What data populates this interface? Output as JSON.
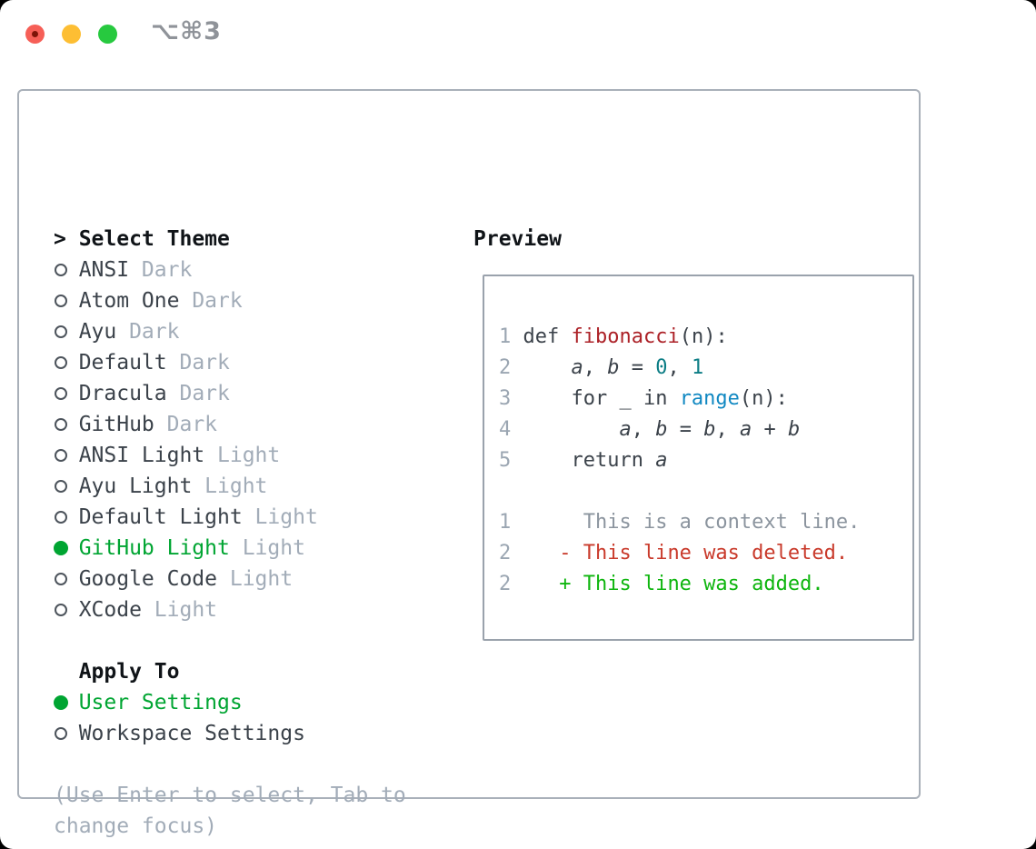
{
  "window": {
    "title": "⌥⌘3",
    "traffic_lights": [
      "close",
      "minimize",
      "zoom"
    ]
  },
  "theme_selector": {
    "header": {
      "marker": ">",
      "label": "Select Theme"
    },
    "themes": [
      {
        "name": "ANSI",
        "variant": "Dark",
        "selected": false
      },
      {
        "name": "Atom One",
        "variant": "Dark",
        "selected": false
      },
      {
        "name": "Ayu",
        "variant": "Dark",
        "selected": false
      },
      {
        "name": "Default",
        "variant": "Dark",
        "selected": false
      },
      {
        "name": "Dracula",
        "variant": "Dark",
        "selected": false
      },
      {
        "name": "GitHub",
        "variant": "Dark",
        "selected": false
      },
      {
        "name": "ANSI Light",
        "variant": "Light",
        "selected": false
      },
      {
        "name": "Ayu Light",
        "variant": "Light",
        "selected": false
      },
      {
        "name": "Default Light",
        "variant": "Light",
        "selected": false
      },
      {
        "name": "GitHub Light",
        "variant": "Light",
        "selected": true
      },
      {
        "name": "Google Code",
        "variant": "Light",
        "selected": false
      },
      {
        "name": "XCode",
        "variant": "Light",
        "selected": false
      }
    ],
    "apply_to": {
      "label": "Apply To",
      "options": [
        {
          "label": "User Settings",
          "selected": true
        },
        {
          "label": "Workspace Settings",
          "selected": false
        }
      ]
    },
    "help_lines": [
      "(Use Enter to select, Tab to",
      "change focus)"
    ]
  },
  "preview": {
    "label": "Preview",
    "lines": [
      [
        [
          "ln",
          "1 "
        ],
        [
          "pln",
          "def "
        ],
        [
          "fn",
          "fibonacci"
        ],
        [
          "pln",
          "(n):"
        ]
      ],
      [
        [
          "ln",
          "2 "
        ],
        [
          "pln",
          "    "
        ],
        [
          "var",
          "a"
        ],
        [
          "pln",
          ", "
        ],
        [
          "var",
          "b"
        ],
        [
          "pln",
          " = "
        ],
        [
          "num",
          "0"
        ],
        [
          "pln",
          ", "
        ],
        [
          "num",
          "1"
        ]
      ],
      [
        [
          "ln",
          "3 "
        ],
        [
          "pln",
          "    for _ in "
        ],
        [
          "bi",
          "range"
        ],
        [
          "pln",
          "(n):"
        ]
      ],
      [
        [
          "ln",
          "4 "
        ],
        [
          "pln",
          "        "
        ],
        [
          "var",
          "a"
        ],
        [
          "pln",
          ", "
        ],
        [
          "var",
          "b"
        ],
        [
          "pln",
          " = "
        ],
        [
          "var",
          "b"
        ],
        [
          "pln",
          ", "
        ],
        [
          "var",
          "a"
        ],
        [
          "pln",
          " + "
        ],
        [
          "var",
          "b"
        ]
      ],
      [
        [
          "ln",
          "5 "
        ],
        [
          "pln",
          "    return "
        ],
        [
          "var",
          "a"
        ]
      ],
      [],
      [
        [
          "ln",
          "1"
        ],
        [
          "ctx",
          "      This is a context line."
        ]
      ],
      [
        [
          "ln",
          "2"
        ],
        [
          "pln",
          "    "
        ],
        [
          "del",
          "- This line was deleted."
        ]
      ],
      [
        [
          "ln",
          "2"
        ],
        [
          "pln",
          "    "
        ],
        [
          "add",
          "+ This line was added."
        ]
      ]
    ]
  },
  "colors": {
    "outside_bg": "#000000",
    "window_bg": "#ffffff",
    "panel_border": "#a9b0b9",
    "preview_border": "#9aa2ac",
    "text_primary": "#3b424a",
    "text_heading": "#101418",
    "text_muted": "#a2acb8",
    "selection_green": "#00a532",
    "added_green": "#0eb50e",
    "deleted_red": "#c93a2b",
    "function_red": "#ac2127",
    "number_teal": "#0c7d85",
    "builtin_blue": "#1088c2",
    "line_number": "#9ba6b2",
    "context_gray": "#8b949e",
    "titlebar_text": "#8f9399",
    "traffic_red": "#f65f57",
    "traffic_red_dot": "#7d1408",
    "traffic_yellow": "#fdbe33",
    "traffic_green": "#27c93f"
  }
}
